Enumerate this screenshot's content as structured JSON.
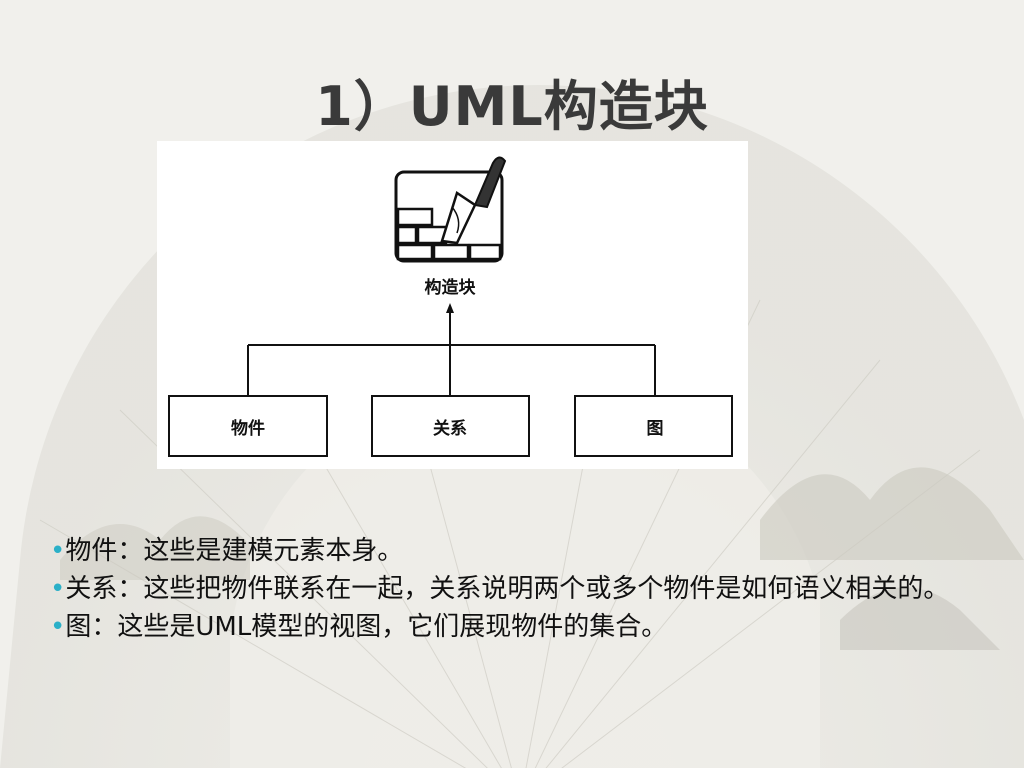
{
  "slide": {
    "title": "1）UML构造块",
    "diagram": {
      "top_label": "构造块",
      "boxes": [
        "物件",
        "关系",
        "图"
      ]
    },
    "bullets": [
      {
        "marker": "•",
        "text": "物件：这些是建模元素本身。"
      },
      {
        "marker": "•",
        "text": "关系：这些把物件联系在一起，关系说明两个或多个物件是如何语义相关的。"
      },
      {
        "marker": "•",
        "text": "图：这些是UML模型的视图，它们展现物件的集合。"
      }
    ]
  },
  "colors": {
    "background": "#f1f0ec",
    "bullet_marker": "#2bb0c8",
    "title": "#3a3a3a"
  }
}
